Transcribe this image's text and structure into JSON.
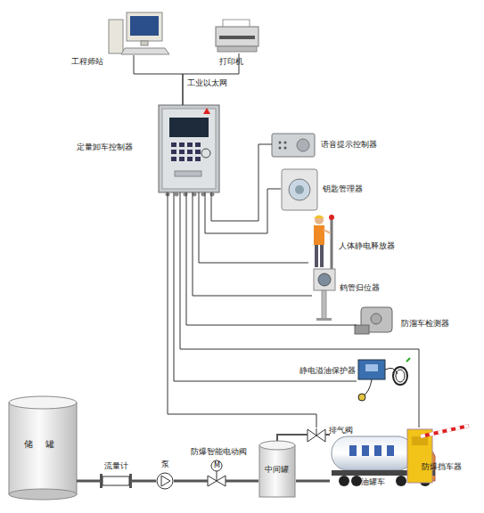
{
  "diagram": {
    "nodes": [
      {
        "text": [
          "工程师站"
        ]
      },
      {
        "text": [
          "打印机"
        ]
      },
      {
        "text": [
          "定量卸车控制器"
        ]
      },
      {
        "text": [
          "语音提示控制器"
        ]
      },
      {
        "text": [
          "钥匙管理器"
        ]
      },
      {
        "text": [
          "人体静电释放器"
        ]
      },
      {
        "text": [
          "鹤管归位器"
        ]
      },
      {
        "text": [
          "防溜车检测器"
        ]
      },
      {
        "text": [
          "静电溢油保护器"
        ]
      },
      {
        "text": [
          "排气阀"
        ]
      },
      {
        "text": [
          "储罐"
        ]
      },
      {
        "text": [
          "流量计"
        ]
      },
      {
        "text": [
          "泵"
        ]
      },
      {
        "text": [
          "防爆智能电动阀"
        ]
      },
      {
        "text": [
          "中间罐"
        ]
      },
      {
        "text": [
          "油罐车"
        ]
      },
      {
        "text": [
          "防爆挡车器"
        ]
      }
    ],
    "edges": [
      {
        "from": 0,
        "to": 2,
        "label": "工业以太网",
        "arrow": "none"
      },
      {
        "from": 1,
        "to": 2,
        "arrow": "none"
      },
      {
        "from": 2,
        "to": 3,
        "arrow": "none"
      },
      {
        "from": 2,
        "to": 4,
        "arrow": "none"
      },
      {
        "from": 2,
        "to": 5,
        "arrow": "none"
      },
      {
        "from": 2,
        "to": 6,
        "arrow": "none"
      },
      {
        "from": 2,
        "to": 7,
        "arrow": "none"
      },
      {
        "from": 2,
        "to": 8,
        "arrow": "none"
      },
      {
        "from": 2,
        "to": 9,
        "arrow": "none"
      },
      {
        "from": 2,
        "to": 16,
        "arrow": "none"
      },
      {
        "from": 10,
        "to": 11,
        "arrow": "none"
      },
      {
        "from": 11,
        "to": 12,
        "arrow": "none"
      },
      {
        "from": 12,
        "to": 13,
        "arrow": "none"
      },
      {
        "from": 13,
        "to": 14,
        "arrow": "none"
      },
      {
        "from": 14,
        "to": 15,
        "arrow": "none"
      },
      {
        "from": 14,
        "to": 9,
        "arrow": "none"
      },
      {
        "from": 9,
        "to": 15,
        "arrow": "none"
      }
    ],
    "labels": [
      "M"
    ]
  }
}
